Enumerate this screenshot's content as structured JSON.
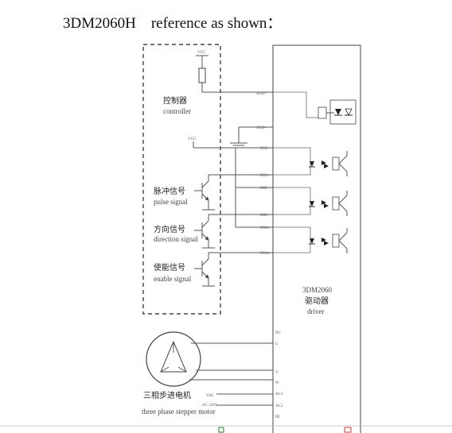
{
  "heading": {
    "model": "3DM2060H",
    "caption": "reference as shown："
  },
  "controller": {
    "label_cn": "控制器",
    "label_en": "controller",
    "vcc": "VCC",
    "supply_top": "VCC"
  },
  "signals": [
    {
      "label_cn": "脉冲信号",
      "label_en": "pulse signal"
    },
    {
      "label_cn": "方向信号",
      "label_en": "direction signal"
    },
    {
      "label_cn": "使能信号",
      "label_en": "enable signal"
    }
  ],
  "driver": {
    "model": "3DM2060",
    "label_cn": "驱动器",
    "label_en": "driver",
    "pins_top": [
      "SUB+",
      "SUB-",
      "PUL+",
      "PUL-",
      "DIR+",
      "DIR-",
      "ENA+",
      "ENA-"
    ],
    "pins_bottom": [
      "NC",
      "U",
      "V",
      "W",
      "AC1",
      "AC2",
      "PE"
    ]
  },
  "motor": {
    "label_cn": "三相步进电机",
    "label_en": "three phase stepper motor",
    "vac": "VAC",
    "vac_range": "AC 220V"
  },
  "colors": {
    "line": "#555555",
    "text": "#222222",
    "background": "#ffffff"
  }
}
